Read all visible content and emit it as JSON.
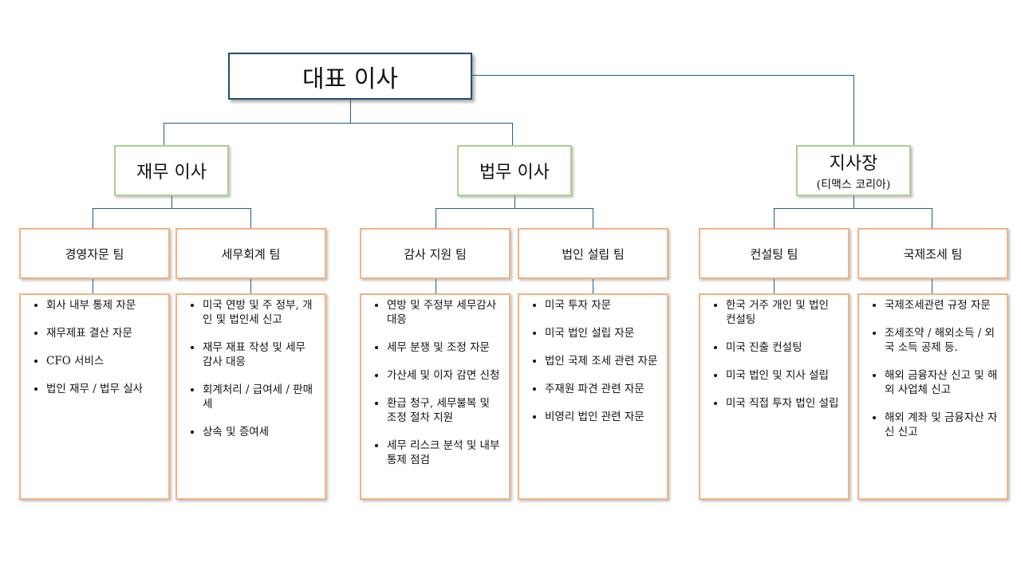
{
  "ceo": {
    "title": "대표 이사"
  },
  "directors": [
    {
      "title": "재무 이사",
      "subtitle": null,
      "teams": [
        {
          "name": "경영자문 팀",
          "items": [
            "회사 내부 통제 자문",
            "재무제표 결산 자문",
            "CFO 서비스",
            "법인 재무 / 법무 실사"
          ]
        },
        {
          "name": "세무회계 팀",
          "items": [
            "미국 연방 및 주 정부, 개인 및 법인세 신고",
            "재무 재표 작성 및 세무 감사 대응",
            "회계처리 / 급여세 / 판매세",
            "상속 및 증여세"
          ]
        }
      ]
    },
    {
      "title": "법무 이사",
      "subtitle": null,
      "teams": [
        {
          "name": "감사 지원 팀",
          "items": [
            "연방 및 주정부 세무감사 대응",
            "세무 분쟁 및 조정 자문",
            "가산세 및 이자 감면 신청",
            "환급 청구, 세무불복 및 조정 절차 지원",
            "세무 리스크 분석 및 내부 통제 점검"
          ]
        },
        {
          "name": "법인 설립 팀",
          "items": [
            "미국 투자 자문",
            "미국 법인 설립 자문",
            "법인 국제 조세 관련 자문",
            "주재원 파견 관련 자문",
            "비영리 법인 관련 자문"
          ]
        }
      ]
    },
    {
      "title": "지사장",
      "subtitle": "(티맥스 코리아)",
      "teams": [
        {
          "name": "컨설팅 팀",
          "items": [
            "한국 거주 개인 및 법인 컨설팅",
            "미국 진출 컨설팅",
            "미국 법인 및 지사 설립",
            "미국 직접 투자 법인 설립"
          ]
        },
        {
          "name": "국제조세 팀",
          "items": [
            "국제조세관련 규정 자문",
            "조세조약 / 해외소득 / 외국 소득 공제 등.",
            "해외 금융자산 신고 및 해외 사업체 신고",
            "해외 계좌 및 금융자산 자신 신고"
          ]
        }
      ]
    }
  ],
  "colors": {
    "ceo_border": "#1f4e79",
    "director_border": "#a9d18e",
    "team_border": "#f4b183",
    "connector": "#1f5f8b"
  }
}
